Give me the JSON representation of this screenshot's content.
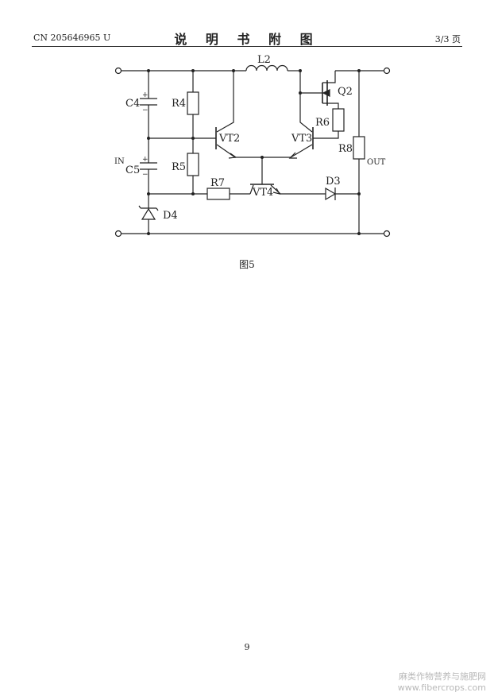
{
  "header": {
    "patent_number": "CN 205646965 U",
    "title": "说 明 书 附 图",
    "page_of": "3/3 页"
  },
  "diagram": {
    "labels": {
      "L2": "L2",
      "Q2": "Q2",
      "R6": "R6",
      "R8": "R8",
      "OUT": "OUT",
      "C4": "C4",
      "R4": "R4",
      "VT2": "VT2",
      "VT3": "VT3",
      "IN": "IN",
      "C5": "C5",
      "R5": "R5",
      "R7": "R7",
      "VT4": "VT4",
      "D3": "D3",
      "D4": "D4",
      "plus": "+",
      "minus": "−"
    }
  },
  "figure_caption": "图5",
  "page_number": "9",
  "watermark": {
    "line1": "麻类作物营养与施肥网",
    "line2": "www.fibercrops.com"
  }
}
